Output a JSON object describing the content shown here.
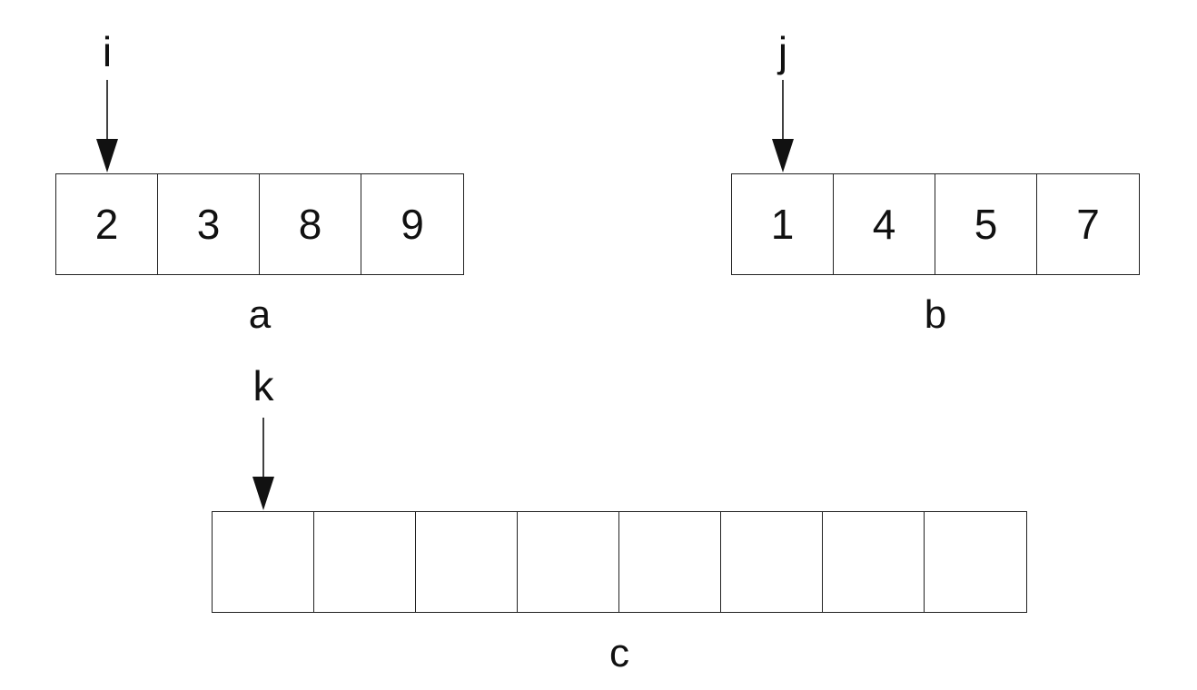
{
  "arrays": {
    "a": {
      "label": "a",
      "cells": [
        "2",
        "3",
        "8",
        "9"
      ]
    },
    "b": {
      "label": "b",
      "cells": [
        "1",
        "4",
        "5",
        "7"
      ]
    },
    "c": {
      "label": "c",
      "cells": [
        "",
        "",
        "",
        "",
        "",
        "",
        "",
        ""
      ]
    }
  },
  "pointers": {
    "i": {
      "label": "i",
      "target": "a[0]"
    },
    "j": {
      "label": "j",
      "target": "b[0]"
    },
    "k": {
      "label": "k",
      "target": "c[0]"
    }
  },
  "colors": {
    "stroke": "#222222",
    "text": "#111111",
    "background": "#ffffff"
  }
}
